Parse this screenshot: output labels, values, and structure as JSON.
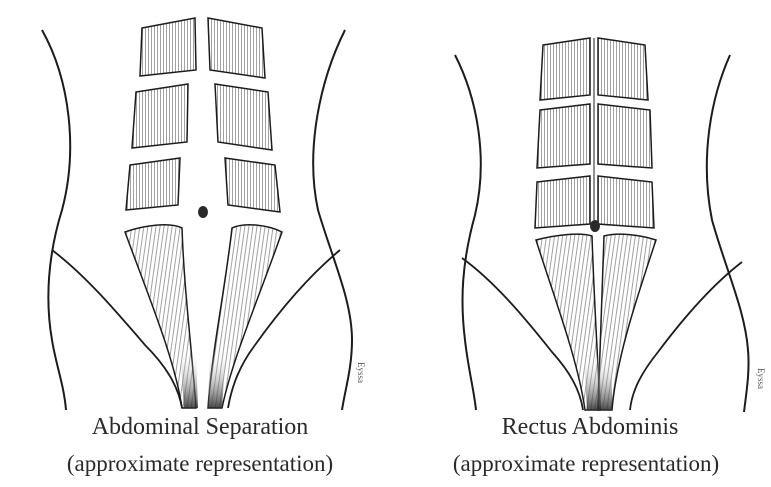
{
  "figures": [
    {
      "id": "abdominal-separation",
      "title": "Abdominal Separation",
      "subtitle": "(approximate representation)",
      "signature": "Eyssa"
    },
    {
      "id": "rectus-abdominis",
      "title": "Rectus Abdominis",
      "subtitle": "(approximate representation)",
      "signature": "Eyssa"
    }
  ],
  "colors": {
    "line": "#1c1c1c",
    "muscle_fill": "#f4f4f2",
    "striation": "#6a6a6a",
    "text": "#2a2a2a"
  }
}
